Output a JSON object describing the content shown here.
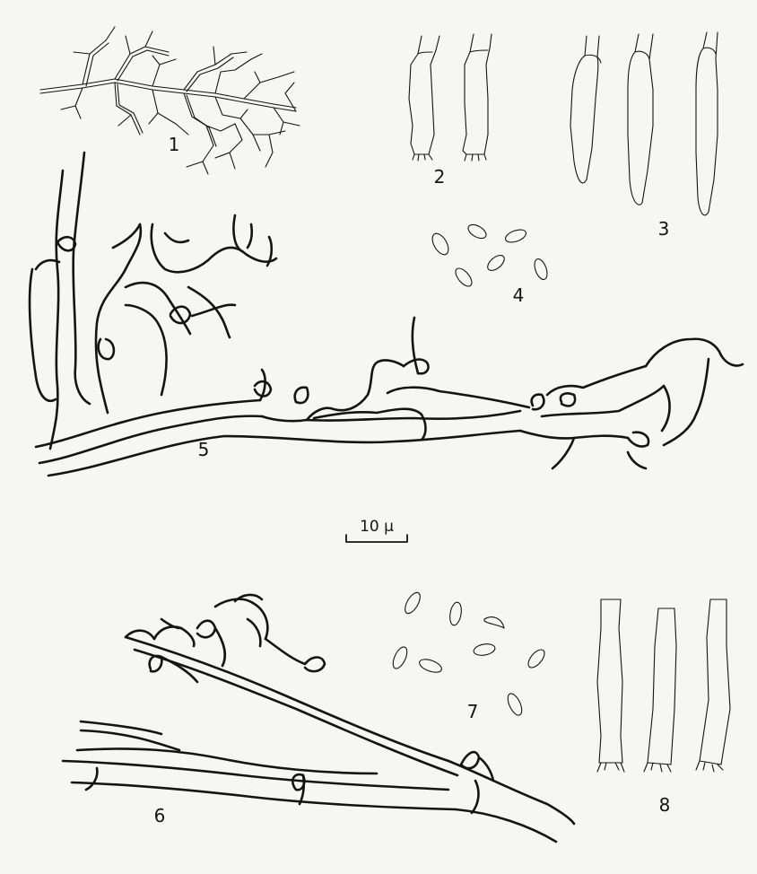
{
  "plate": {
    "background": "#f6f6f4",
    "ink": "#141414",
    "figure_labels": [
      "1",
      "2",
      "3",
      "4",
      "5",
      "6",
      "7",
      "8"
    ],
    "scale_bar_label": "10 μ"
  }
}
